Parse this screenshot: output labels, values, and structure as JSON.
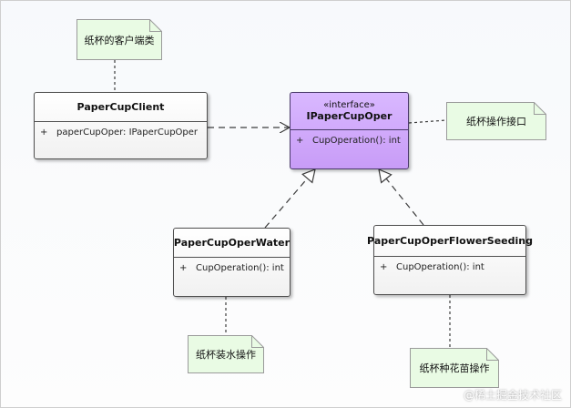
{
  "classes": {
    "client": {
      "name": "PaperCupClient",
      "member": {
        "visibility": "+",
        "text": "paperCupOper: IPaperCupOper"
      }
    },
    "interface": {
      "stereotype": "«interface»",
      "name": "IPaperCupOper",
      "member": {
        "visibility": "+",
        "text": "CupOperation(): int"
      }
    },
    "water": {
      "name": "PaperCupOperWater",
      "member": {
        "visibility": "+",
        "text": "CupOperation(): int"
      }
    },
    "flower": {
      "name": "PaperCupOperFlowerSeeding",
      "member": {
        "visibility": "+",
        "text": "CupOperation(): int"
      }
    }
  },
  "notes": {
    "client": "纸杯的客户端类",
    "interface": "纸杯操作接口",
    "water": "纸杯装水操作",
    "flower": "纸杯种花苗操作"
  },
  "watermark": "@稀土掘金技术社区",
  "colors": {
    "interface_fill": "#c89cf7",
    "note_fill": "#e9fbe4",
    "note_border": "#9a9a9a",
    "line": "#3c3c3c"
  }
}
